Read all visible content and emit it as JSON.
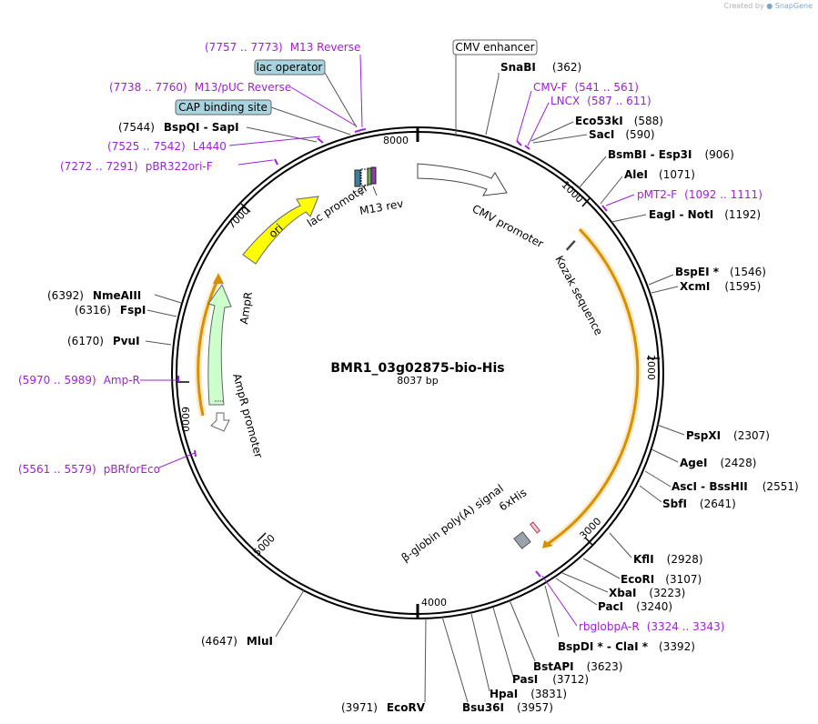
{
  "watermark": {
    "created_by": "Created by",
    "brand": "SnapGene"
  },
  "plasmid": {
    "name": "BMR1_03g02875-bio-His",
    "length_label": "8037 bp",
    "length": 8037
  },
  "ticks": [
    "1000",
    "2000",
    "3000",
    "4000",
    "5000",
    "6000",
    "7000",
    "8000"
  ],
  "sites_right": [
    {
      "name": "SnaBI",
      "pos": "(362)"
    },
    {
      "name": "Eco53kI",
      "pos": "(588)"
    },
    {
      "name": "SacI",
      "pos": "(590)"
    },
    {
      "name": "BsmBI  -  Esp3I",
      "pos": "(906)"
    },
    {
      "name": "AleI",
      "pos": "(1071)"
    },
    {
      "name": "EagI  -  NotI",
      "pos": "(1192)"
    },
    {
      "name": "BspEI *",
      "pos": "(1546)"
    },
    {
      "name": "XcmI",
      "pos": "(1595)"
    },
    {
      "name": "PspXI",
      "pos": "(2307)"
    },
    {
      "name": "AgeI",
      "pos": "(2428)"
    },
    {
      "name": "AscI  -  BssHII",
      "pos": "(2551)"
    },
    {
      "name": "SbfI",
      "pos": "(2641)"
    },
    {
      "name": "KflI",
      "pos": "(2928)"
    },
    {
      "name": "EcoRI",
      "pos": "(3107)"
    },
    {
      "name": "XbaI",
      "pos": "(3223)"
    },
    {
      "name": "PacI",
      "pos": "(3240)"
    },
    {
      "name": "BspDI *  -  ClaI *",
      "pos": "(3392)"
    },
    {
      "name": "BstAPI",
      "pos": "(3623)"
    },
    {
      "name": "PasI",
      "pos": "(3712)"
    },
    {
      "name": "HpaI",
      "pos": "(3831)"
    },
    {
      "name": "Bsu36I",
      "pos": "(3957)"
    }
  ],
  "sites_left": [
    {
      "name": "EcoRV",
      "pos": "(3971)"
    },
    {
      "name": "MluI",
      "pos": "(4647)"
    },
    {
      "name": "PvuI",
      "pos": "(6170)"
    },
    {
      "name": "FspI",
      "pos": "(6316)"
    },
    {
      "name": "NmeAIII",
      "pos": "(6392)"
    },
    {
      "name": "BspQI  -  SapI",
      "pos": "(7544)"
    }
  ],
  "primers": [
    {
      "name": "M13 Reverse",
      "range": "(7757 .. 7773)"
    },
    {
      "name": "M13/pUC Reverse",
      "range": "(7738 .. 7760)"
    },
    {
      "name": "L4440",
      "range": "(7525 .. 7542)"
    },
    {
      "name": "pBR322ori-F",
      "range": "(7272 .. 7291)"
    },
    {
      "name": "Amp-R",
      "range": "(5970 .. 5989)"
    },
    {
      "name": "pBRforEco",
      "range": "(5561 .. 5579)"
    },
    {
      "name": "CMV-F",
      "range": "(541 .. 561)"
    },
    {
      "name": "LNCX",
      "range": "(587 .. 611)"
    },
    {
      "name": "pMT2-F",
      "range": "(1092 .. 1111)"
    },
    {
      "name": "rbglobpA-R",
      "range": "(3324 .. 3343)"
    }
  ],
  "boxed_labels": {
    "cmv_enhancer": "CMV enhancer",
    "lac_operator": "lac operator",
    "cap_binding_site": "CAP binding site"
  },
  "features": {
    "cmv_promoter": "CMV promoter",
    "kozak": "Kozak sequence",
    "his_tag": "6xHis",
    "polya": "β-globin poly(A) signal",
    "lac_promoter": "lac promoter",
    "m13_rev": "M13 rev",
    "ori": "ori",
    "ampr": "AmpR",
    "ampr_promoter": "AmpR promoter"
  },
  "colors": {
    "primer": "#a020d8",
    "ori": "#ffff00",
    "ampr": "#ccffcc",
    "orf": "#f5a623",
    "boxed_fill": "#a8d4e0",
    "polya_fill": "#9aa2ac"
  }
}
